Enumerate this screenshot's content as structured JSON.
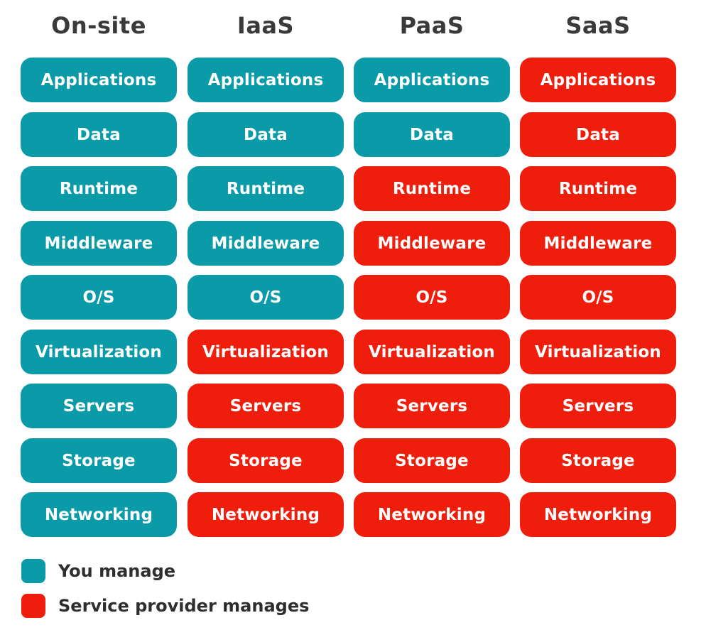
{
  "colors": {
    "customer": "#0b9aa8",
    "provider": "#ef1d0b"
  },
  "columns": [
    {
      "header": "On-site",
      "cells": [
        {
          "label": "Applications",
          "manager": "customer"
        },
        {
          "label": "Data",
          "manager": "customer"
        },
        {
          "label": "Runtime",
          "manager": "customer"
        },
        {
          "label": "Middleware",
          "manager": "customer"
        },
        {
          "label": "O/S",
          "manager": "customer"
        },
        {
          "label": "Virtualization",
          "manager": "customer"
        },
        {
          "label": "Servers",
          "manager": "customer"
        },
        {
          "label": "Storage",
          "manager": "customer"
        },
        {
          "label": "Networking",
          "manager": "customer"
        }
      ]
    },
    {
      "header": "IaaS",
      "cells": [
        {
          "label": "Applications",
          "manager": "customer"
        },
        {
          "label": "Data",
          "manager": "customer"
        },
        {
          "label": "Runtime",
          "manager": "customer"
        },
        {
          "label": "Middleware",
          "manager": "customer"
        },
        {
          "label": "O/S",
          "manager": "customer"
        },
        {
          "label": "Virtualization",
          "manager": "provider"
        },
        {
          "label": "Servers",
          "manager": "provider"
        },
        {
          "label": "Storage",
          "manager": "provider"
        },
        {
          "label": "Networking",
          "manager": "provider"
        }
      ]
    },
    {
      "header": "PaaS",
      "cells": [
        {
          "label": "Applications",
          "manager": "customer"
        },
        {
          "label": "Data",
          "manager": "customer"
        },
        {
          "label": "Runtime",
          "manager": "provider"
        },
        {
          "label": "Middleware",
          "manager": "provider"
        },
        {
          "label": "O/S",
          "manager": "provider"
        },
        {
          "label": "Virtualization",
          "manager": "provider"
        },
        {
          "label": "Servers",
          "manager": "provider"
        },
        {
          "label": "Storage",
          "manager": "provider"
        },
        {
          "label": "Networking",
          "manager": "provider"
        }
      ]
    },
    {
      "header": "SaaS",
      "cells": [
        {
          "label": "Applications",
          "manager": "provider"
        },
        {
          "label": "Data",
          "manager": "provider"
        },
        {
          "label": "Runtime",
          "manager": "provider"
        },
        {
          "label": "Middleware",
          "manager": "provider"
        },
        {
          "label": "O/S",
          "manager": "provider"
        },
        {
          "label": "Virtualization",
          "manager": "provider"
        },
        {
          "label": "Servers",
          "manager": "provider"
        },
        {
          "label": "Storage",
          "manager": "provider"
        },
        {
          "label": "Networking",
          "manager": "provider"
        }
      ]
    }
  ],
  "legend": [
    {
      "label": "You manage",
      "manager": "customer"
    },
    {
      "label": "Service provider manages",
      "manager": "provider"
    }
  ]
}
